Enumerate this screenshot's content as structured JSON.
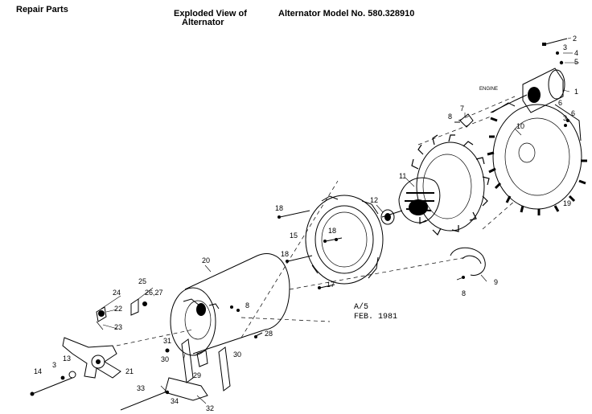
{
  "header": {
    "section": "Repair Parts",
    "view_title": "Exploded View of",
    "view_subtitle": "Alternator",
    "model": "Alternator Model No. 580.328910"
  },
  "notes": {
    "revision": "A/5",
    "date": "FEB. 1981",
    "engine_label": "ENGINE"
  },
  "callouts": {
    "c1": "1",
    "c2": "2",
    "c3a": "3",
    "c4": "4",
    "c5": "5",
    "c6a": "6",
    "c3b": "3",
    "c6b": "6",
    "c7": "7",
    "c8a": "8",
    "c10": "10",
    "c11": "11",
    "c12": "12",
    "c18a": "18",
    "c15": "15",
    "c18b": "18",
    "c18c": "18",
    "c19": "19",
    "c20": "20",
    "c17": "17",
    "c9": "9",
    "c8b": "8",
    "c25": "25",
    "c24": "24",
    "c2627": "26,27",
    "c22": "22",
    "c23": "23",
    "c8c": "8",
    "c28": "28",
    "c31": "31",
    "c30a": "30",
    "c30b": "30",
    "c29": "29",
    "c13": "13",
    "c3c": "3",
    "c14": "14",
    "c21": "21",
    "c33": "33",
    "c34": "34",
    "c32": "32"
  }
}
